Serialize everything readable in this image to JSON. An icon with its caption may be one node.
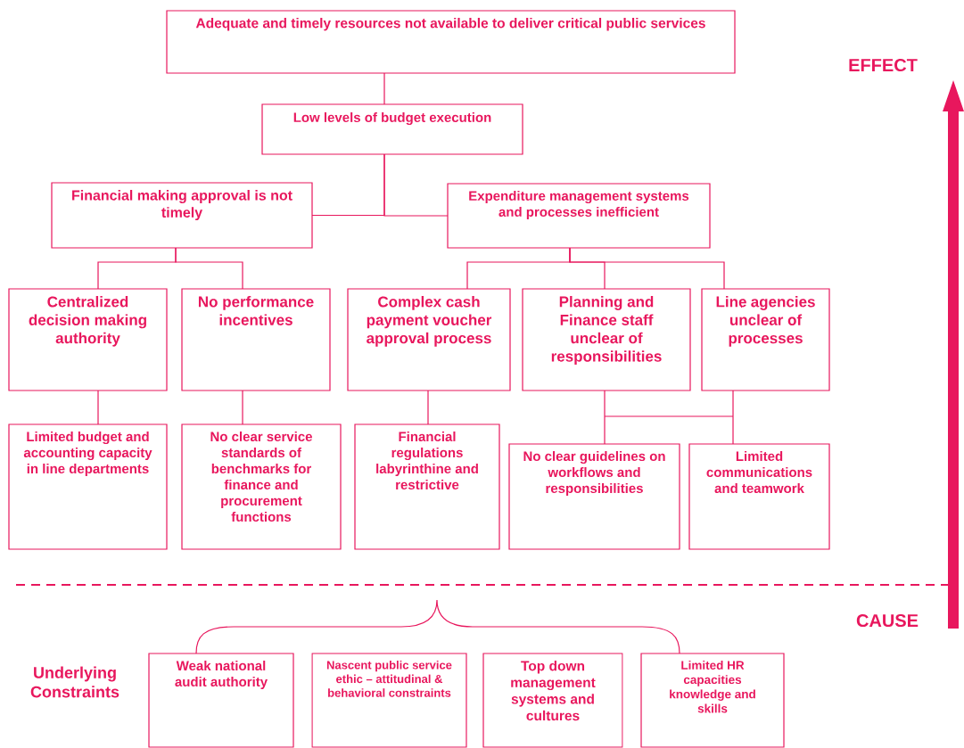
{
  "diagram": {
    "nodes": [
      {
        "text": [
          "Adequate and timely resources not available to deliver critical public services"
        ]
      },
      {
        "text": [
          "Low levels of budget execution"
        ]
      },
      {
        "text": [
          "Financial making approval is not timely"
        ]
      },
      {
        "text": [
          "Expenditure management systems and processes inefficient"
        ]
      },
      {
        "text": [
          "Centralized decision making authority"
        ]
      },
      {
        "text": [
          "No performance incentives"
        ]
      },
      {
        "text": [
          "Complex cash payment voucher approval process"
        ]
      },
      {
        "text": [
          "Planning and Finance staff unclear of responsibilities"
        ]
      },
      {
        "text": [
          "Line agencies unclear  of processes"
        ]
      },
      {
        "text": [
          "Limited budget and accounting capacity in line departments"
        ]
      },
      {
        "text": [
          "No clear service standards of benchmarks for finance and procurement functions"
        ]
      },
      {
        "text": [
          "Financial regulations labyrinthine and restrictive"
        ]
      },
      {
        "text": [
          "No clear guidelines on workflows and responsibilities"
        ]
      },
      {
        "text": [
          "Limited communications and teamwork"
        ]
      },
      {
        "text": [
          "Weak national audit authority"
        ]
      },
      {
        "text": [
          "Nascent public service ethic – attitudinal & behavioral constraints"
        ]
      },
      {
        "text": [
          "Top down management systems and cultures"
        ]
      },
      {
        "text": [
          "Limited HR capacities knowledge and skills"
        ]
      }
    ],
    "edges": [
      {
        "from": 1,
        "to": 0,
        "arrow": "none"
      },
      {
        "from": 2,
        "to": 1,
        "arrow": "none"
      },
      {
        "from": 3,
        "to": 1,
        "arrow": "none"
      },
      {
        "from": 4,
        "to": 2,
        "arrow": "none"
      },
      {
        "from": 5,
        "to": 2,
        "arrow": "none"
      },
      {
        "from": 6,
        "to": 3,
        "arrow": "none"
      },
      {
        "from": 7,
        "to": 3,
        "arrow": "none"
      },
      {
        "from": 8,
        "to": 3,
        "arrow": "none"
      },
      {
        "from": 9,
        "to": 4,
        "arrow": "none"
      },
      {
        "from": 10,
        "to": 5,
        "arrow": "none"
      },
      {
        "from": 11,
        "to": 6,
        "arrow": "none"
      },
      {
        "from": 12,
        "to": 7,
        "arrow": "none"
      },
      {
        "from": 12,
        "to": 8,
        "arrow": "none"
      },
      {
        "from": 13,
        "to": 7,
        "arrow": "none"
      },
      {
        "from": 13,
        "to": 8,
        "arrow": "none"
      }
    ],
    "labels": [
      "EFFECT",
      "CAUSE",
      "Underlying Constraints"
    ]
  }
}
